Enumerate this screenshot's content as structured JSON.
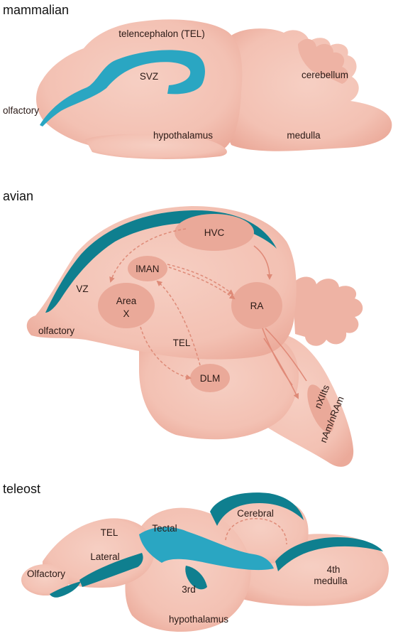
{
  "panels": {
    "mammalian": {
      "title": "mammalian",
      "labels": {
        "telencephalon": "telencephalon (TEL)",
        "svz": "SVZ",
        "cerebellum": "cerebellum",
        "olfactory": "olfactory",
        "hypothalamus": "hypothalamus",
        "medulla": "medulla"
      }
    },
    "avian": {
      "title": "avian",
      "labels": {
        "hvc": "HVC",
        "lman": "lMAN",
        "vz": "VZ",
        "area_x_line1": "Area",
        "area_x_line2": "X",
        "ra": "RA",
        "olfactory": "olfactory",
        "tel": "TEL",
        "dlm": "DLM",
        "nxllts": "nXIIts",
        "nam_nram": "nAm/nRAm"
      }
    },
    "teleost": {
      "title": "teleost",
      "labels": {
        "tel": "TEL",
        "tectal": "Tectal",
        "cerebral": "Cerebral",
        "lateral": "Lateral",
        "olfactory": "Olfactory",
        "fourth": "4th",
        "medulla": "medulla",
        "third": "3rd",
        "hypothalamus": "hypothalamus"
      }
    }
  },
  "colors": {
    "brain": "#f3c2b5",
    "brain_shadow": "#eeb3a4",
    "nucleus": "#eaa999",
    "ventricular_zone": "#0f7f8f",
    "subventricular_zone": "#2aa6c2",
    "connection": "#de8a77"
  }
}
